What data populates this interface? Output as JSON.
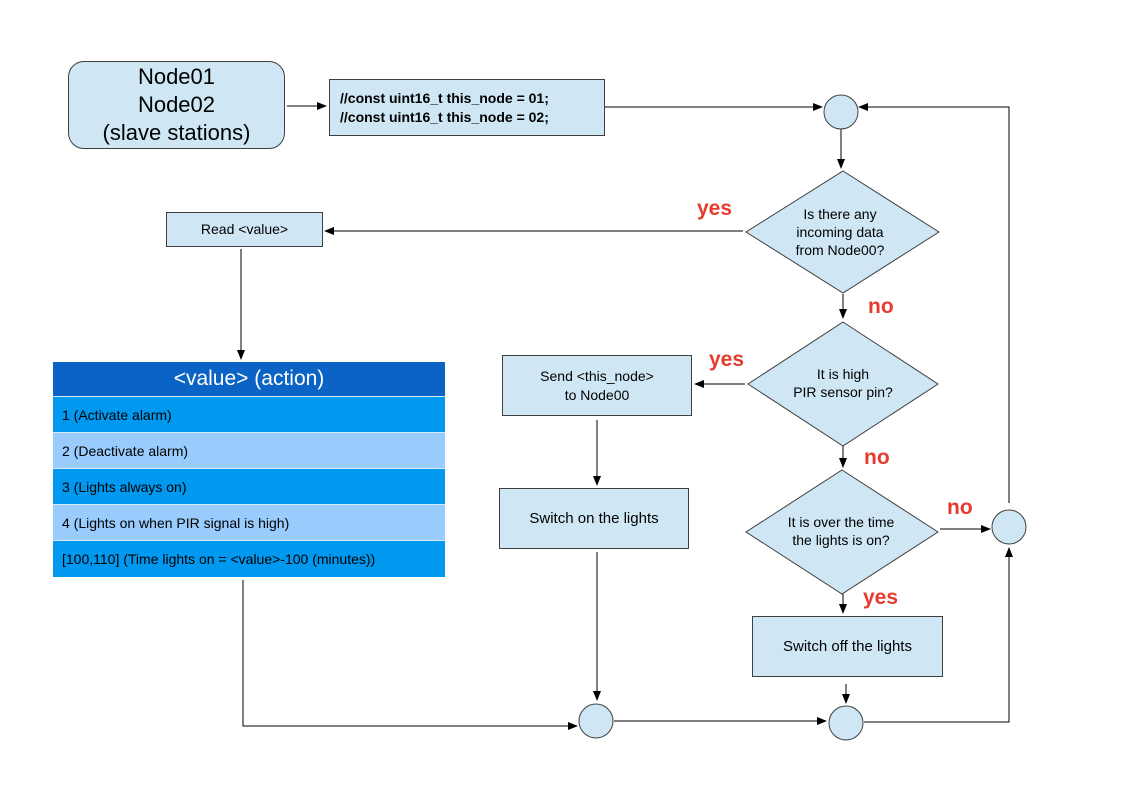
{
  "nodes": {
    "slave_box": [
      "Node01",
      "Node02",
      "(slave stations)"
    ],
    "code_box": [
      "//const uint16_t this_node = 01;",
      "//const uint16_t this_node = 02;"
    ],
    "read_value": "Read <value>",
    "send_node": [
      "Send <this_node>",
      "to Node00"
    ],
    "switch_on": "Switch on the lights",
    "switch_off": "Switch off the lights"
  },
  "decisions": {
    "incoming_data": [
      "Is there any",
      "incoming data",
      "from Node00?"
    ],
    "pir_high": [
      "It is high",
      "PIR sensor pin?"
    ],
    "time_over": [
      "It is over the time",
      "the lights is on?"
    ]
  },
  "labels": {
    "yes_incoming": "yes",
    "no_incoming": "no",
    "yes_pir": "yes",
    "no_pir": "no",
    "no_time": "no",
    "yes_time": "yes"
  },
  "value_table": {
    "header": "<value> (action)",
    "rows": [
      "1 (Activate alarm)",
      "2 (Deactivate alarm)",
      "3 (Lights always on)",
      "4 (Lights on when PIR signal is high)",
      "[100,110] (Time lights on = <value>-100 (minutes))"
    ]
  },
  "colors": {
    "box_fill": "#cfe7f5",
    "label_red": "#e73a2e",
    "table_header": "#0b63c5",
    "table_row_dark": "#0198f0",
    "table_row_light": "#99ccfc"
  }
}
